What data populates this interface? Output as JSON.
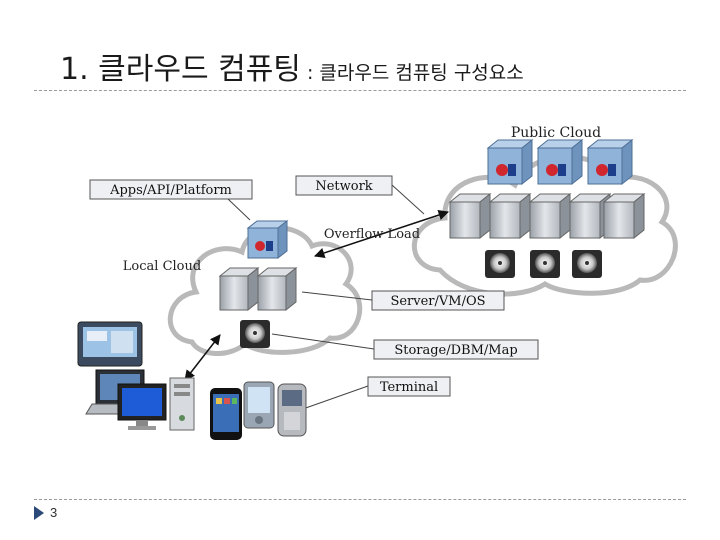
{
  "slide": {
    "title_main": "1. 클라우드 컴퓨팅",
    "title_sub": " : 클라우드 컴퓨팅 구성요소",
    "page_number": "3"
  },
  "diagram": {
    "public_cloud_label": "Public Cloud",
    "local_cloud_label": "Local Cloud",
    "overflow_label": "Overflow Load",
    "callouts": {
      "apps": "Apps/API/Platform",
      "network": "Network",
      "server": "Server/VM/OS",
      "storage": "Storage/DBM/Map",
      "terminal": "Terminal"
    }
  },
  "colors": {
    "cloud_stroke": "#b9b9b9",
    "server_body": "#c9cdd2",
    "callout_fill": "#eef0f3"
  }
}
